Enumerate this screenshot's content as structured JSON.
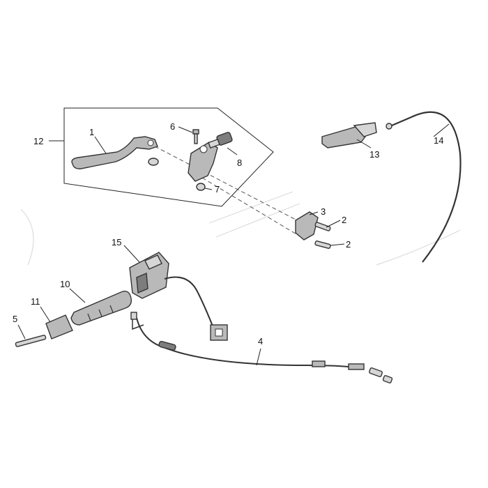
{
  "callouts": [
    {
      "id": "c1",
      "text": "1"
    },
    {
      "id": "c2a",
      "text": "2"
    },
    {
      "id": "c2b",
      "text": "2"
    },
    {
      "id": "c3",
      "text": "3"
    },
    {
      "id": "c4",
      "text": "4"
    },
    {
      "id": "c5",
      "text": "5"
    },
    {
      "id": "c6",
      "text": "6"
    },
    {
      "id": "c7",
      "text": "7"
    },
    {
      "id": "c8",
      "text": "8"
    },
    {
      "id": "c10",
      "text": "10"
    },
    {
      "id": "c11",
      "text": "11"
    },
    {
      "id": "c12",
      "text": "12"
    },
    {
      "id": "c13",
      "text": "13"
    },
    {
      "id": "c14",
      "text": "14"
    },
    {
      "id": "c15",
      "text": "15"
    }
  ]
}
